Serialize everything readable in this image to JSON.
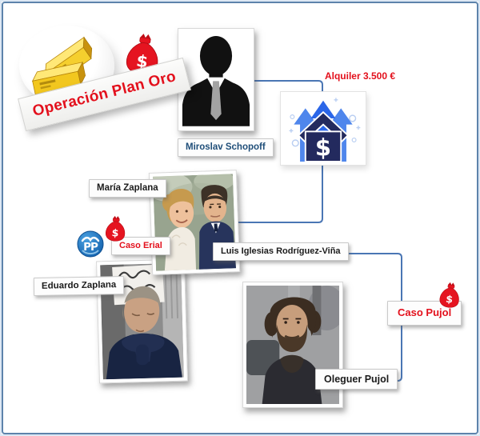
{
  "banner": {
    "title": "Operación Plan Oro"
  },
  "annotations": {
    "rent": "Alquiler 3.500 €"
  },
  "labels": {
    "miroslav": "Miroslav Schopoff",
    "maria": "María Zaplana",
    "luis": "Luis Iglesias Rodríguez-Viña",
    "eduardo": "Eduardo Zaplana",
    "oleguer": "Oleguer Pujol",
    "caso_erial": "Caso Erial",
    "caso_pujol": "Caso Pujol"
  },
  "symbols": {
    "dollar": "$",
    "pp_text": "PP"
  },
  "icons": {
    "gold_bars": "gold-bars-in-circle",
    "money_bag": "red-money-bag-dollar",
    "rent_house": "house-with-dollar-and-rising-arrows",
    "pp_logo": "partido-popular-logo",
    "silhouette": "anonymous-person-silhouette"
  },
  "colors": {
    "accent_red": "#e3101c",
    "connector_blue": "#4a76b4",
    "frame_border": "#5d83ab",
    "name_text": "#1b1b1b",
    "miroslav_text": "#1f4e79",
    "house_navy": "#232a5e",
    "arrow_blue": "#2b66e8",
    "pp_blue": "#1e78c8",
    "gold": "#f2c71f"
  },
  "connections": [
    {
      "from": "Miroslav Schopoff",
      "to": "rent-house-icon",
      "label": "Alquiler 3.500 €"
    },
    {
      "from": "rent-house-icon",
      "to": "María Zaplana & Luis Iglesias Rodríguez-Viña"
    },
    {
      "from": "Luis Iglesias Rodríguez-Viña",
      "to": "Oleguer Pujol",
      "label": "Caso Pujol"
    }
  ]
}
